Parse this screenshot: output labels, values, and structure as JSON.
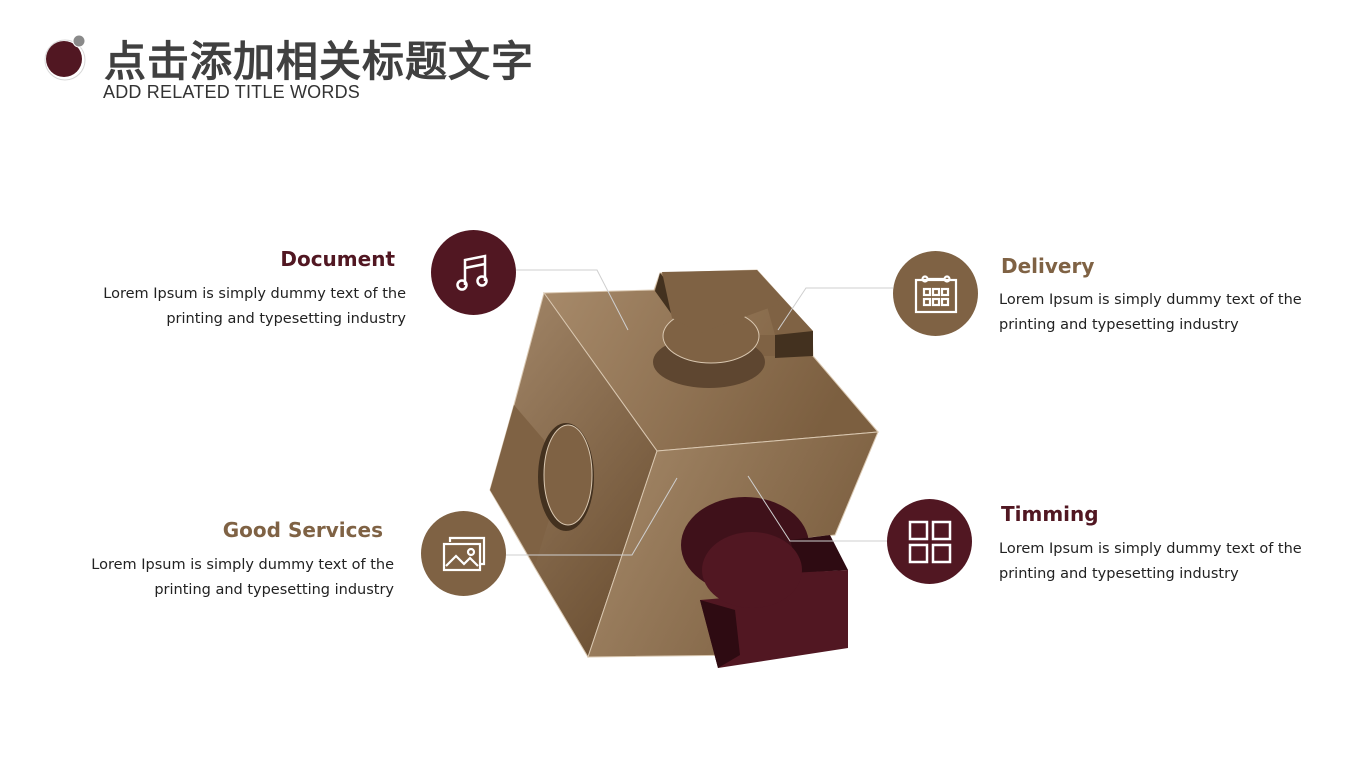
{
  "header": {
    "title": "点击添加相关标题文字",
    "subtitle": "ADD RELATED TITLE WORDS"
  },
  "colors": {
    "maroon": "#511722",
    "brown": "#7f6244",
    "tan": "#a68a6a",
    "dark_brown": "#43311f",
    "text_gray": "#404040",
    "connector": "#c8c8c8"
  },
  "items": [
    {
      "id": "document",
      "title": "Document",
      "desc_line1": "Lorem Ipsum is simply dummy text of the",
      "desc_line2": "printing and typesetting industry",
      "icon": "music-note-icon",
      "color": "#511722"
    },
    {
      "id": "delivery",
      "title": "Delivery",
      "desc_line1": "Lorem Ipsum is simply dummy text of the",
      "desc_line2": "printing and typesetting industry",
      "icon": "calendar-icon",
      "color": "#7f6244"
    },
    {
      "id": "good-services",
      "title": "Good Services",
      "desc_line1": "Lorem Ipsum is simply dummy text of the",
      "desc_line2": "printing and typesetting industry",
      "icon": "image-gallery-icon",
      "color": "#7f6244"
    },
    {
      "id": "timming",
      "title": "Timming",
      "desc_line1": "Lorem Ipsum is simply dummy text of the",
      "desc_line2": "printing and typesetting industry",
      "icon": "grid-icon",
      "color": "#511722"
    }
  ]
}
